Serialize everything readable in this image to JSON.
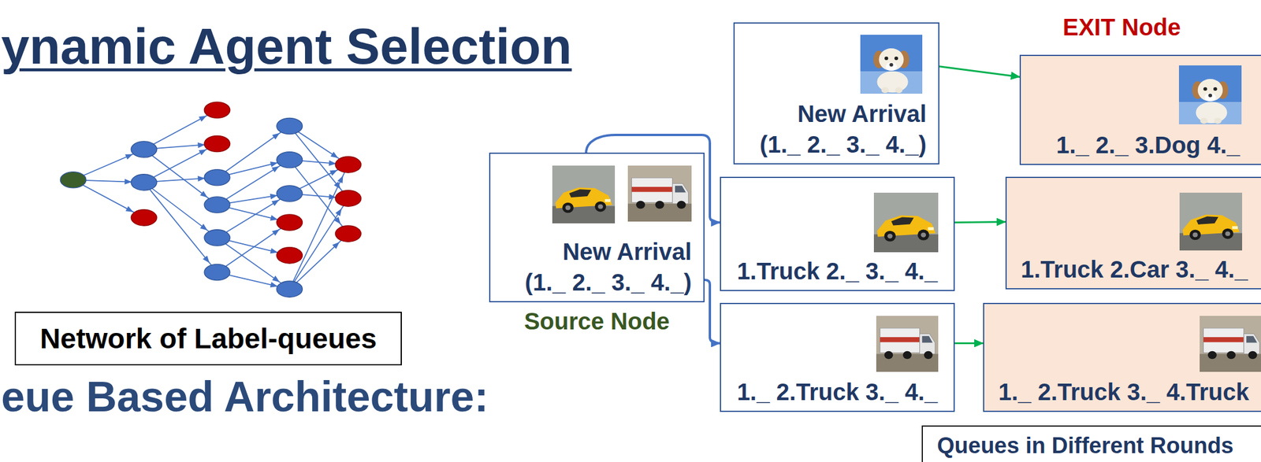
{
  "diagram": {
    "title": "ynamic Agent Selection",
    "nodes": [
      {
        "text": [
          "Network of Label-queues"
        ]
      },
      {
        "text": [
          "New Arrival",
          "(1._ 2._ 3._ 4._)"
        ]
      },
      {
        "text": [
          "1._ 2._ 3.Dog 4._"
        ]
      },
      {
        "text": [
          "New Arrival",
          "(1._ 2._ 3._ 4._)",
          "Source Node"
        ]
      },
      {
        "text": [
          "1.Truck 2._ 3._ 4._"
        ]
      },
      {
        "text": [
          "1.Truck 2.Car 3._ 4._"
        ]
      },
      {
        "text": [
          "1._ 2.Truck 3._ 4._"
        ]
      },
      {
        "text": [
          "1._ 2.Truck 3._ 4.Truck"
        ]
      },
      {
        "text": [
          "Queues in Different Rounds"
        ]
      }
    ],
    "edges": [
      {
        "from": 1,
        "to": 2,
        "arrow": "to"
      },
      {
        "from": 3,
        "to": 4,
        "arrow": "to"
      },
      {
        "from": 3,
        "to": 6,
        "arrow": "to"
      },
      {
        "from": 4,
        "to": 5,
        "arrow": "to"
      },
      {
        "from": 6,
        "to": 7,
        "arrow": "to"
      }
    ],
    "labels": [
      "EXIT Node",
      "eue Based Architecture:"
    ]
  }
}
